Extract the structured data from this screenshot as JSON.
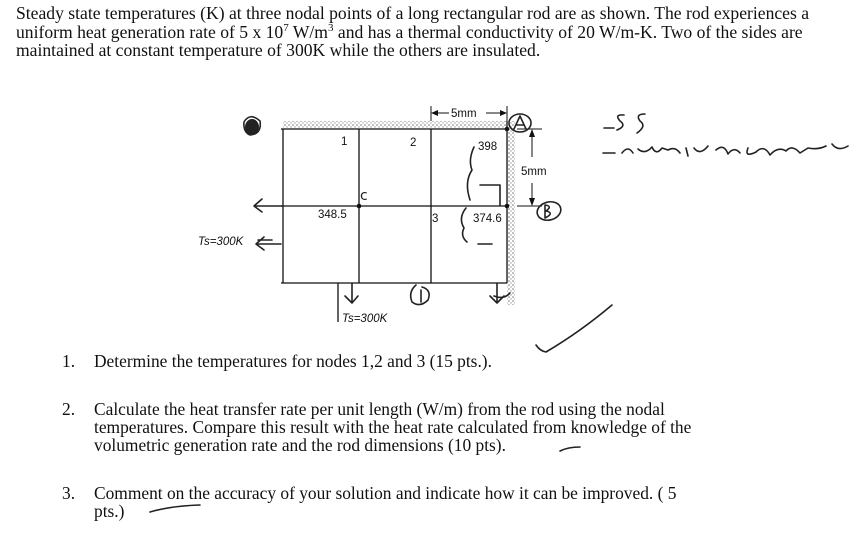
{
  "problem": {
    "intro_parts": [
      "Steady state temperatures (K) at three nodal points of a long rectangular rod are as shown.  The rod experiences a uniform heat generation rate of 5 x 10",
      "7",
      " W/m",
      "3",
      " and has a thermal conductivity of 20 W/m-K.  Two of the sides are maintained at constant temperature of 300K while the others are insulated."
    ]
  },
  "diagram": {
    "spacing_label": "5mm",
    "vertical_spacing_label": "5mm",
    "node_1_label": "1",
    "node_2_label": "2",
    "node_3_label": "3",
    "node_a_temp": "398",
    "node_b_temp": "374.6",
    "node_c_temp": "348.5",
    "left_boundary_label": "Ts=300K",
    "bottom_boundary_label": "Ts=300K",
    "handwritten_c": "c"
  },
  "questions": [
    {
      "number": "1.",
      "lines": [
        "Determine the temperatures for nodes 1,2 and 3 (15 pts.)."
      ]
    },
    {
      "number": "2.",
      "lines": [
        "Calculate the heat transfer rate per unit length (W/m) from the rod using the nodal",
        "temperatures.  Compare this result with the heat rate calculated from knowledge of the",
        "volumetric generation rate and the rod dimensions (10 pts)."
      ]
    },
    {
      "number": "3.",
      "lines": [
        "Comment on the accuracy of your solution and indicate how it can be improved. ( 5",
        "pts.)"
      ]
    }
  ]
}
